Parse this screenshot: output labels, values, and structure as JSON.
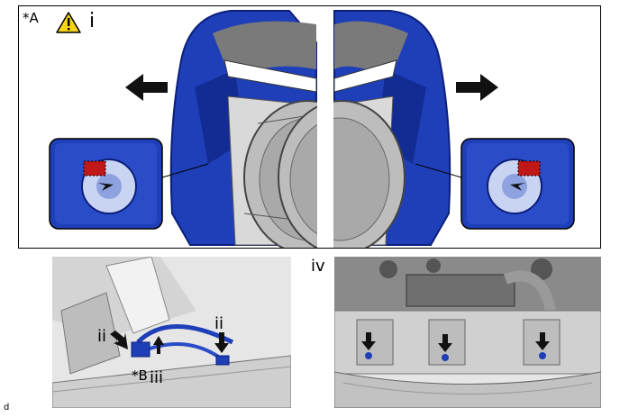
{
  "labels": {
    "panel_a": "*A",
    "step_i": "i",
    "step_ii_left": "ii",
    "step_ii_right": "ii",
    "step_iii": "iii",
    "step_iv": "iv",
    "callout_b": "*B",
    "corner": "d"
  },
  "icons": {
    "warning": "warning-triangle-icon",
    "arrow": "solid-arrow-icon"
  },
  "colors": {
    "bumper_blue": "#1f3fb8",
    "bumper_dark": "#0b1f7a",
    "grey_light": "#e6e6e6",
    "grey_mid": "#bdbdbd",
    "grey_dark": "#7a7a7a",
    "warning_yellow": "#f6d21b",
    "clip_red": "#c01818",
    "arrow_black": "#111111"
  }
}
